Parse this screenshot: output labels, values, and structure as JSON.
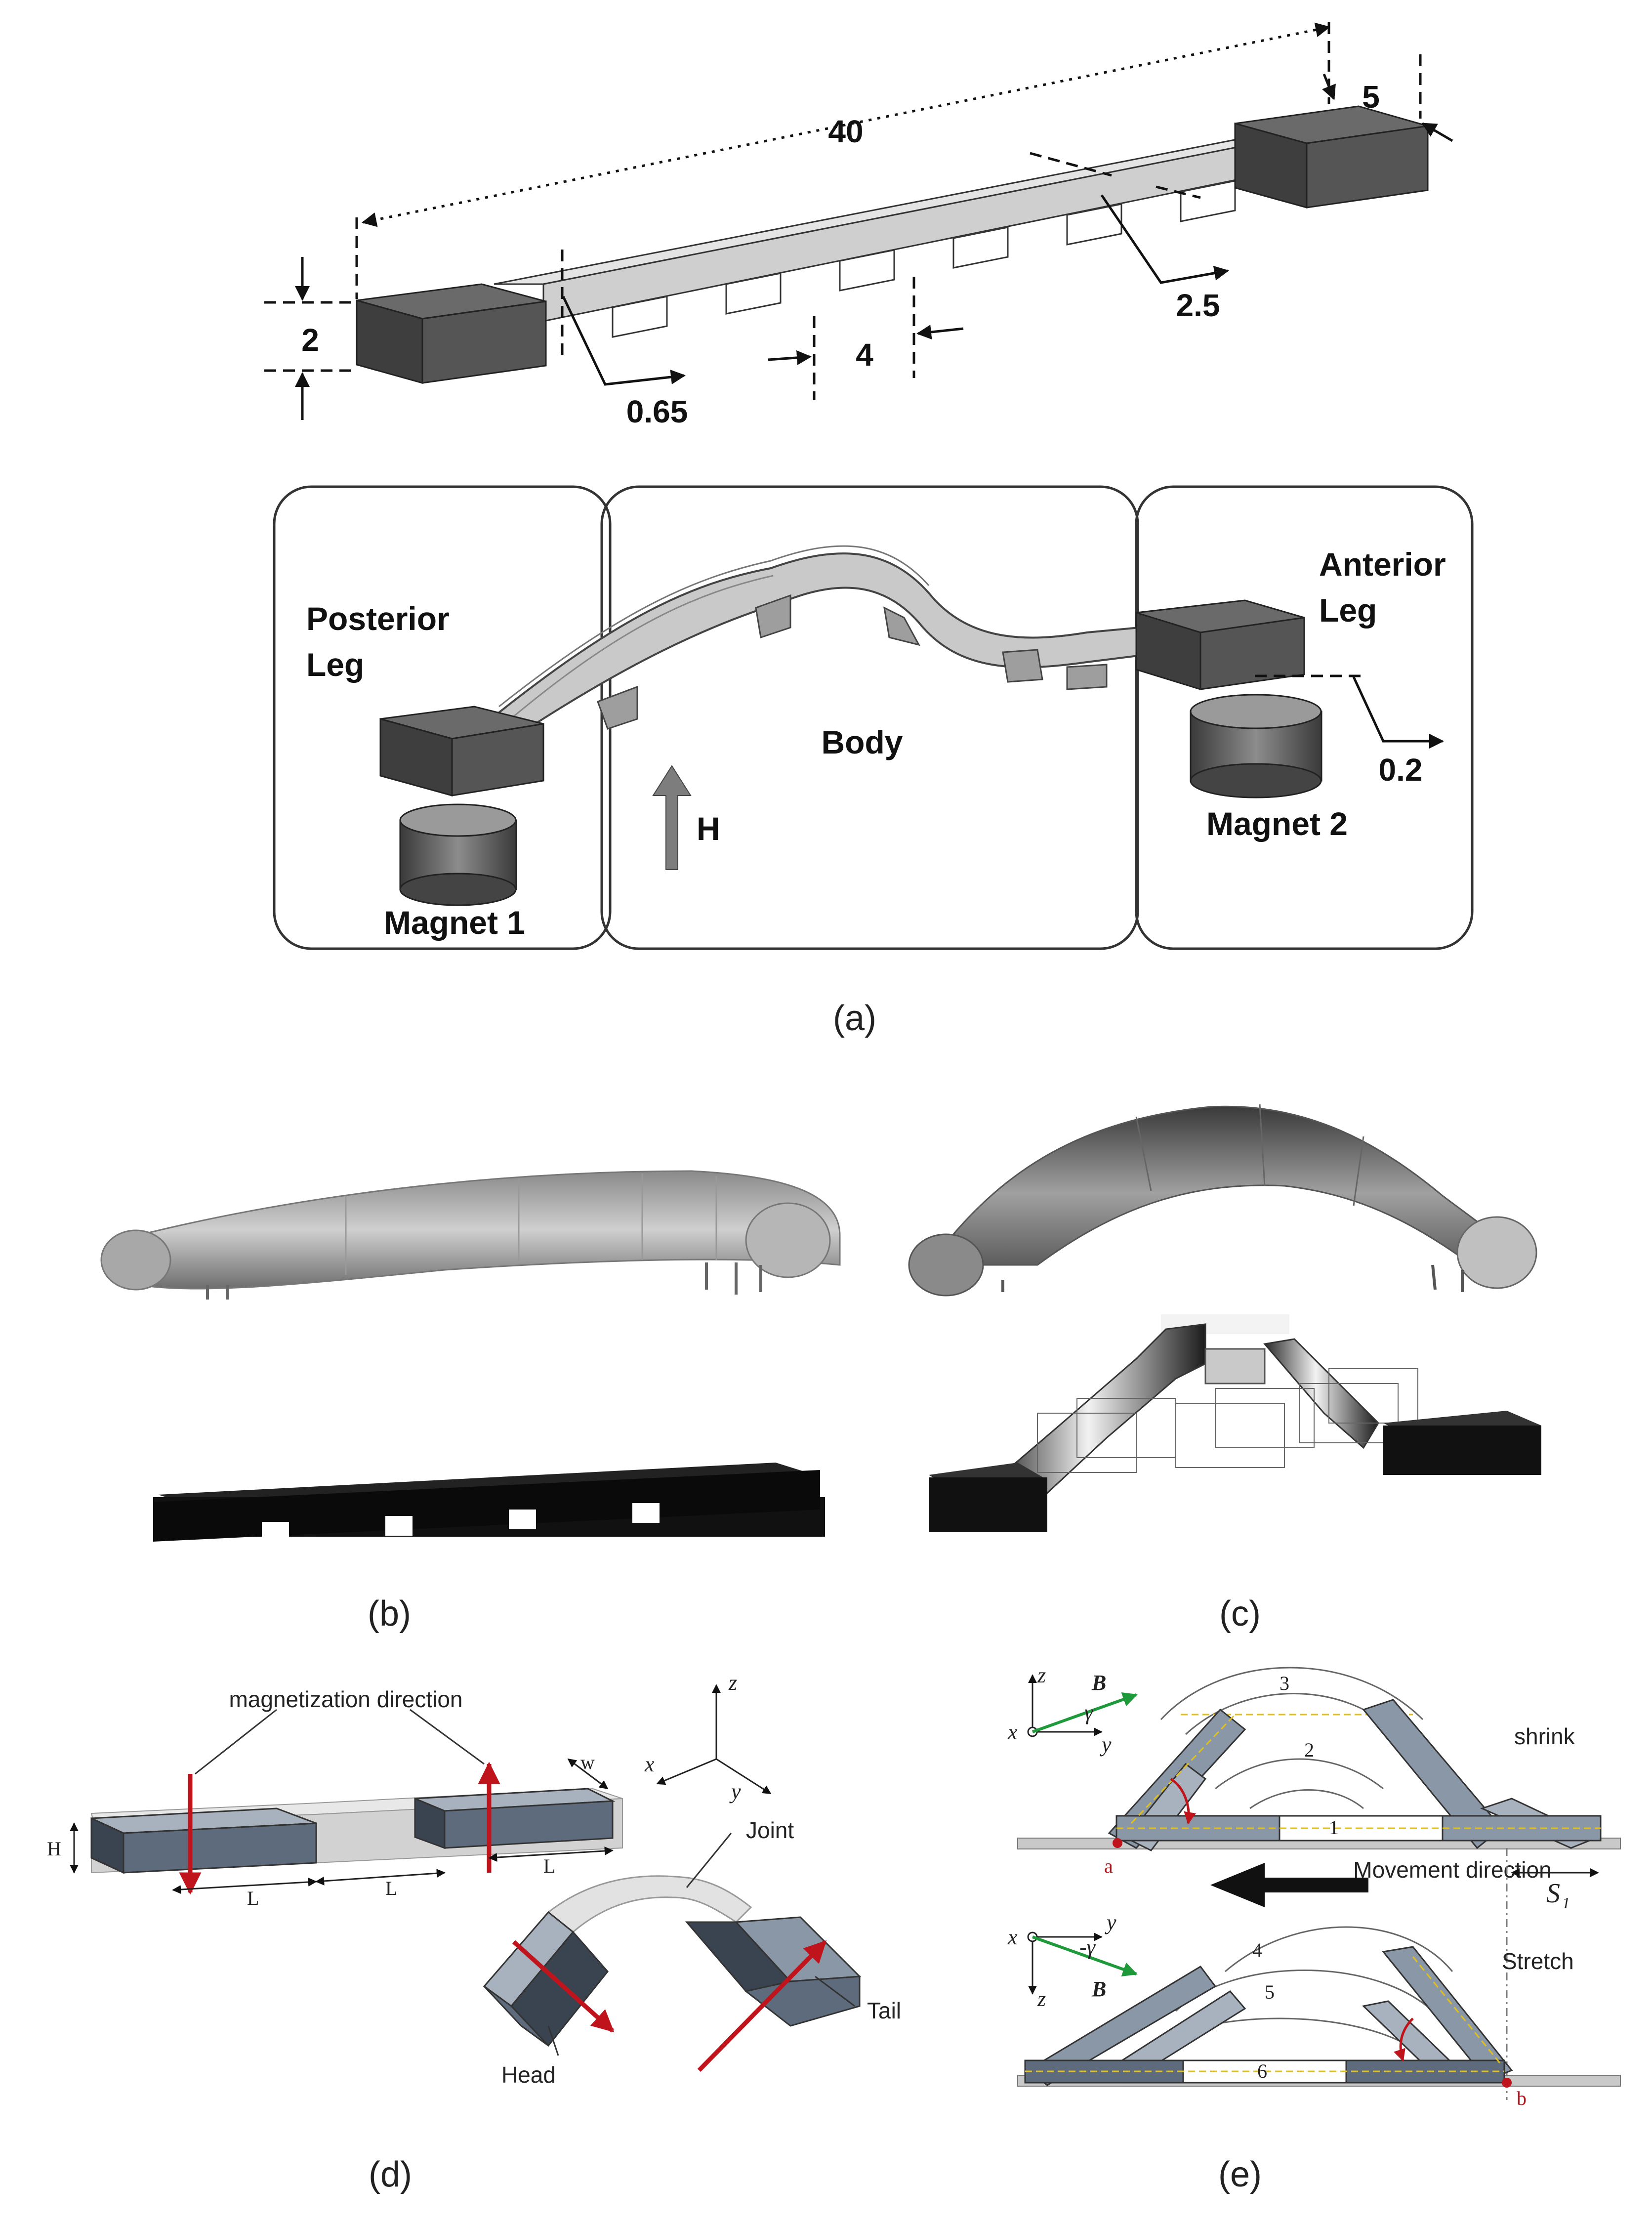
{
  "panel_a": {
    "dims": {
      "length": "40",
      "width": "5",
      "height": "2",
      "gap": "0.65",
      "slot": "4",
      "thickness": "2.5",
      "offset": "0.2"
    },
    "labels": {
      "posterior_1": "Posterior",
      "posterior_2": "Leg",
      "anterior_1": "Anterior",
      "anterior_2": "Leg",
      "body": "Body",
      "field": "H",
      "magnet1": "Magnet 1",
      "magnet2": "Magnet 2"
    },
    "caption": "(a)"
  },
  "panel_b": {
    "caption": "(b)"
  },
  "panel_c": {
    "caption": "(c)"
  },
  "panel_d": {
    "caption": "(d)",
    "labels": {
      "magnetization": "magnetization direction",
      "joint": "Joint",
      "head": "Head",
      "tail": "Tail",
      "H": "H",
      "L1": "L",
      "L2": "L",
      "L3": "L",
      "w": "w"
    },
    "axes": {
      "x": "x",
      "y": "y",
      "z": "z"
    }
  },
  "panel_e": {
    "caption": "(e)",
    "labels": {
      "shrink": "shrink",
      "stretch": "Stretch",
      "movement": "Movement direction",
      "s": "S",
      "s_sub": "1",
      "point_a": "a",
      "point_b": "b",
      "B_top": "B",
      "B_bottom": "B",
      "gamma_top": "γ",
      "gamma_bottom": "-γ"
    },
    "axes": {
      "x_top": "x",
      "y_top": "y",
      "z_top": "z",
      "x_bot": "x",
      "y_bot": "y",
      "z_bot": "z"
    },
    "segments": [
      "1",
      "2",
      "3",
      "4",
      "5",
      "6"
    ]
  },
  "colors": {
    "block": "#4a4a4a",
    "strip": "#d8d8d8",
    "red": "#c0141c",
    "green": "#1e9a3a",
    "slate": "#5d6b7c"
  }
}
